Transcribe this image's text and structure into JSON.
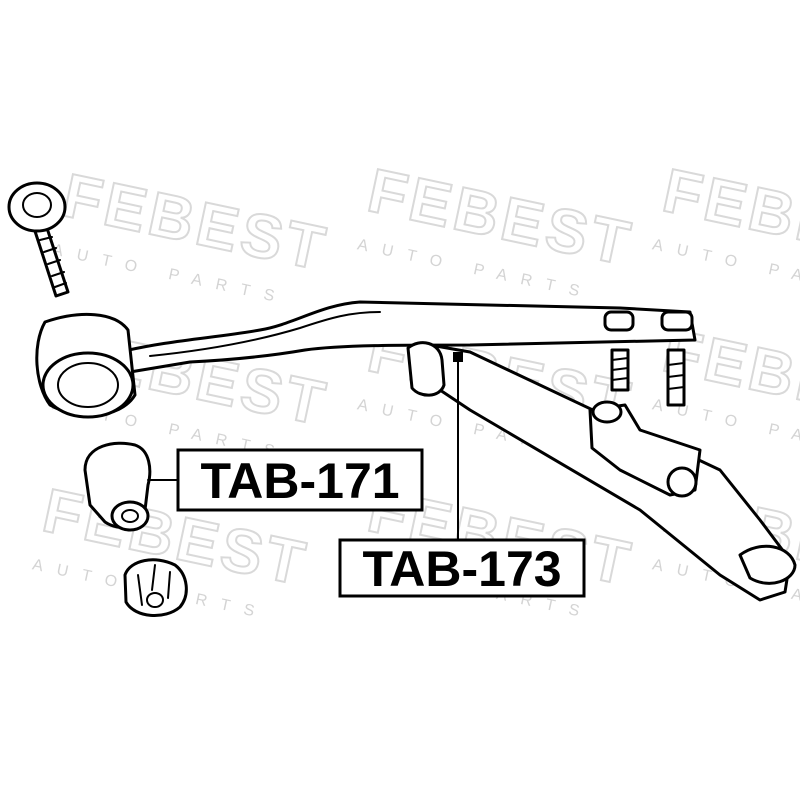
{
  "watermark": {
    "brand": "FEBEST",
    "tagline": "AUTO PARTS"
  },
  "labels": [
    {
      "id": "tab-171",
      "text": "TAB-171"
    },
    {
      "id": "tab-173",
      "text": "TAB-173"
    }
  ],
  "colors": {
    "line": "#000000",
    "background": "#ffffff",
    "watermark": "#d9d9d9"
  }
}
